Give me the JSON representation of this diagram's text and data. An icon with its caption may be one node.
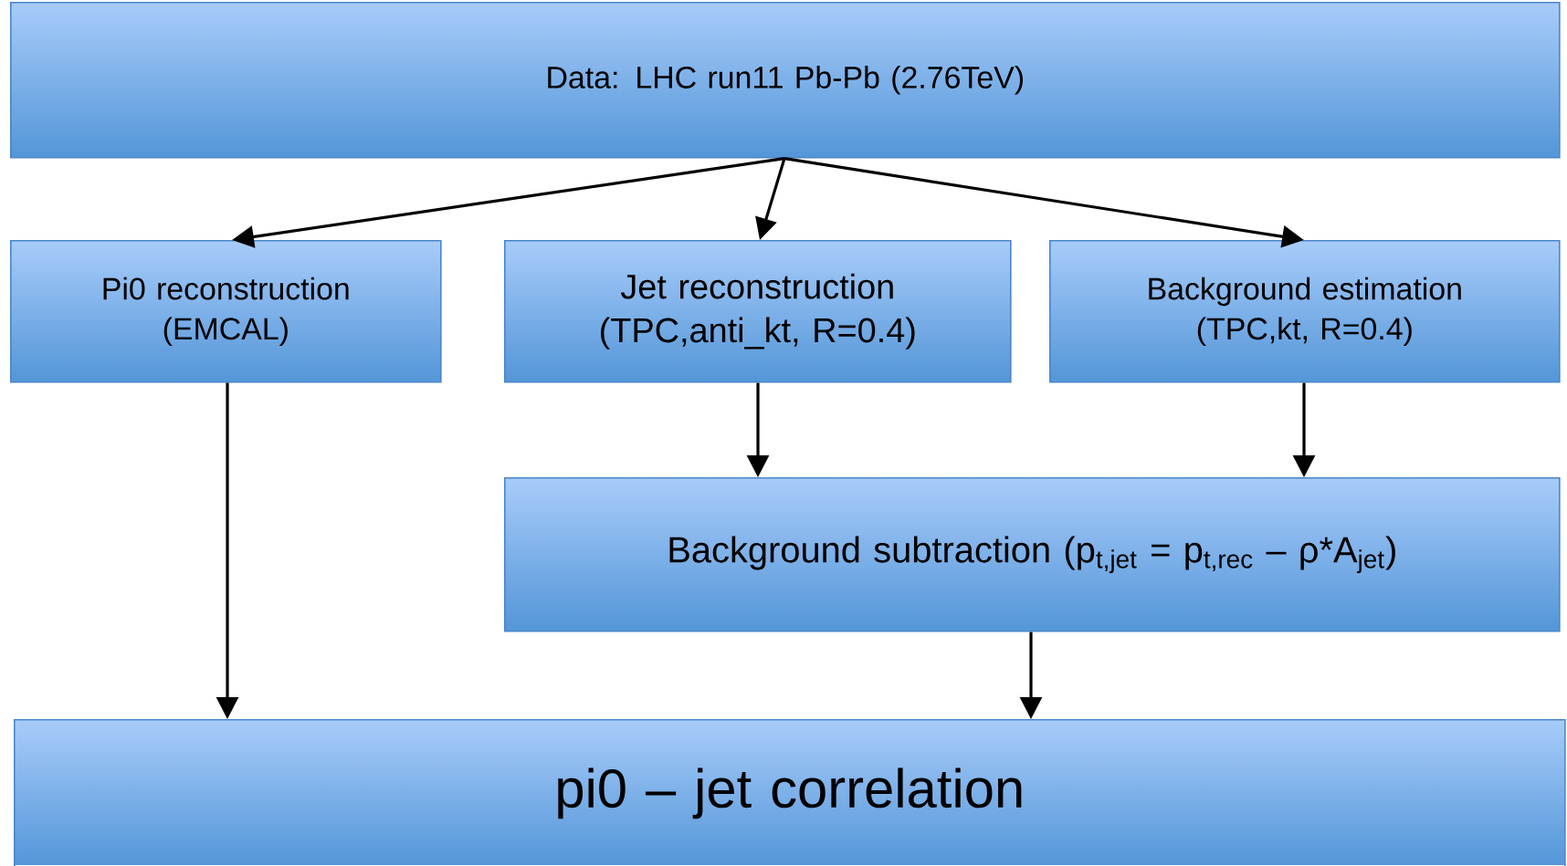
{
  "diagram": {
    "nodes": [
      {
        "text": [
          "Data: LHC run11 Pb-Pb (2.76TeV)"
        ]
      },
      {
        "text": [
          "Pi0 reconstruction (EMCAL)"
        ]
      },
      {
        "text": [
          "Jet reconstruction (TPC,anti_kt, R=0.4)"
        ]
      },
      {
        "text": [
          "Background estimation (TPC,kt, R=0.4)"
        ]
      },
      {
        "text": [
          "Background subtraction (p$_{t,jet}$ = p$_{t,rec}$ – ρ*A$_{jet}$)"
        ]
      },
      {
        "text": [
          "pi0 – jet correlation"
        ]
      }
    ],
    "edges": [
      {
        "from": 0,
        "to": 1,
        "arrow": "to"
      },
      {
        "from": 0,
        "to": 2,
        "arrow": "to"
      },
      {
        "from": 0,
        "to": 3,
        "arrow": "to"
      },
      {
        "from": 1,
        "to": 5,
        "arrow": "to"
      },
      {
        "from": 2,
        "to": 4,
        "arrow": "to"
      },
      {
        "from": 3,
        "to": 4,
        "arrow": "to"
      },
      {
        "from": 4,
        "to": 5,
        "arrow": "to"
      }
    ]
  }
}
